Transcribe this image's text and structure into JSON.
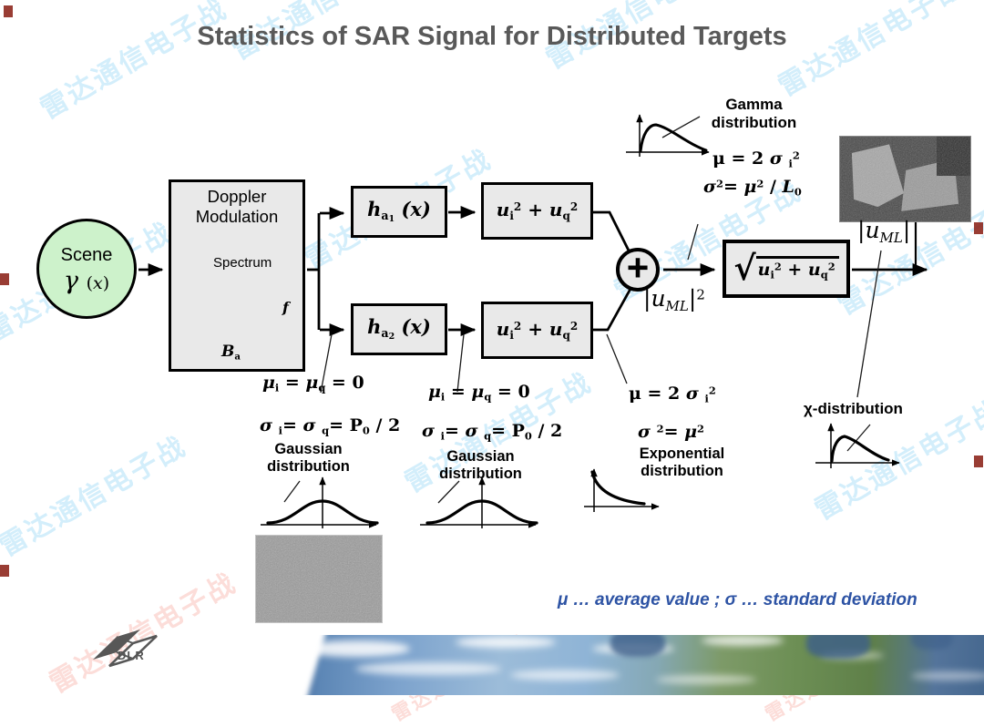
{
  "title": "Statistics of SAR Signal for Distributed Targets",
  "watermark": {
    "text": "雷达通信电子战"
  },
  "legend": "μ … average value ; σ … standard deviation",
  "footer": {
    "logo_text": "DLR"
  },
  "colors": {
    "title_gray": "#595959",
    "legend_blue": "#2d53a4",
    "box_fill": "#e9e9e9",
    "scene_green": "#cdf2cb",
    "watermark_blue": "#7dcdf3",
    "watermark_pink": "#f7aaa0",
    "seal_red": "#8b2218"
  },
  "diagram": {
    "scene": {
      "label": "Scene",
      "eq": [
        {
          "t": "γ ",
          "i": true,
          "sz": 27
        },
        {
          "t": "(",
          "sz": 19
        },
        {
          "t": "x",
          "i": true,
          "sz": 19
        },
        {
          "t": ")",
          "sz": 19
        }
      ]
    },
    "doppler": {
      "title": "Doppler\nModulation",
      "spectrum_label": "Spectrum",
      "f_label": [
        {
          "t": "f",
          "i": true
        }
      ],
      "ba_label": [
        {
          "t": "B",
          "i": true
        },
        {
          "t": "a",
          "sub": true
        }
      ]
    },
    "filter1": [
      {
        "t": "h",
        "i": true
      },
      {
        "t": "a",
        "sub": true
      },
      {
        "t": "1",
        "ss": true
      },
      {
        "t": " (x)",
        "i": true
      }
    ],
    "filter2": [
      {
        "t": "h",
        "i": true
      },
      {
        "t": "a",
        "sub": true
      },
      {
        "t": "2",
        "ss": true
      },
      {
        "t": " (x)",
        "i": true
      }
    ],
    "detector": [
      {
        "t": "u",
        "i": true
      },
      {
        "t": "i",
        "sub": true
      },
      {
        "t": "2",
        "sup": true
      },
      {
        "t": " + "
      },
      {
        "t": "u",
        "i": true
      },
      {
        "t": "q",
        "sub": true
      },
      {
        "t": "2",
        "sup": true
      }
    ],
    "sum_symbol": "+",
    "sqrt": {
      "radical": "√",
      "radicand": [
        {
          "t": "u",
          "i": true
        },
        {
          "t": "i",
          "sub": true
        },
        {
          "t": "2",
          "sup": true
        },
        {
          "t": " + "
        },
        {
          "t": "u",
          "i": true
        },
        {
          "t": "q",
          "sub": true
        },
        {
          "t": "2",
          "sup": true
        }
      ]
    },
    "uml_sq": [
      {
        "t": "|"
      },
      {
        "t": "u",
        "i": true
      },
      {
        "t": "ML",
        "sub": true,
        "i": true
      },
      {
        "t": "|"
      },
      {
        "t": "2",
        "sup": true
      }
    ],
    "uml": [
      {
        "t": "|"
      },
      {
        "t": "u",
        "i": true
      },
      {
        "t": "ML",
        "sub": true,
        "i": true
      },
      {
        "t": "|"
      }
    ],
    "annotations": {
      "gauss1": {
        "mu_eq": [
          {
            "t": "μ",
            "i": true
          },
          {
            "t": "i",
            "sub": true
          },
          {
            "t": " = "
          },
          {
            "t": "μ",
            "i": true
          },
          {
            "t": "q",
            "sub": true
          },
          {
            "t": " = 0"
          }
        ],
        "sigma_eq": [
          {
            "t": "σ ",
            "i": true
          },
          {
            "t": "i",
            "sub": true
          },
          {
            "t": "= "
          },
          {
            "t": "σ ",
            "i": true
          },
          {
            "t": "q",
            "sub": true
          },
          {
            "t": "= P"
          },
          {
            "t": "0",
            "sub": true
          },
          {
            "t": " / 2"
          }
        ],
        "label": "Gaussian\ndistribution"
      },
      "gauss2": {
        "mu_eq": [
          {
            "t": "μ",
            "i": true
          },
          {
            "t": "i",
            "sub": true
          },
          {
            "t": " = "
          },
          {
            "t": "μ",
            "i": true
          },
          {
            "t": "q",
            "sub": true
          },
          {
            "t": " = 0"
          }
        ],
        "sigma_eq": [
          {
            "t": "σ ",
            "i": true
          },
          {
            "t": "i",
            "sub": true
          },
          {
            "t": "= "
          },
          {
            "t": "σ ",
            "i": true
          },
          {
            "t": "q",
            "sub": true
          },
          {
            "t": "= P"
          },
          {
            "t": "0",
            "sub": true
          },
          {
            "t": " / 2"
          }
        ],
        "label": "Gaussian\ndistribution"
      },
      "exponential": {
        "eq1": [
          {
            "t": "μ = 2 "
          },
          {
            "t": "σ ",
            "i": true
          },
          {
            "t": "i",
            "sub": true
          },
          {
            "t": "2",
            "sup": true
          }
        ],
        "eq2": [
          {
            "t": "σ ",
            "i": true
          },
          {
            "t": "2",
            "sup": true
          },
          {
            "t": "= "
          },
          {
            "t": "μ",
            "i": true
          },
          {
            "t": "2",
            "sup": true
          }
        ],
        "label": "Exponential\ndistribution"
      },
      "gamma": {
        "label": "Gamma\ndistribution",
        "eq1": [
          {
            "t": "μ = 2 "
          },
          {
            "t": "σ ",
            "i": true
          },
          {
            "t": "i",
            "sub": true
          },
          {
            "t": "2",
            "sup": true
          }
        ],
        "eq2": [
          {
            "t": "σ",
            "i": true
          },
          {
            "t": "2",
            "sup": true
          },
          {
            "t": "= "
          },
          {
            "t": "μ",
            "i": true
          },
          {
            "t": "2",
            "sup": true
          },
          {
            "t": " / "
          },
          {
            "t": "L",
            "i": true
          },
          {
            "t": "0",
            "sub": true
          }
        ]
      },
      "chi": {
        "label": "χ-distribution"
      }
    }
  }
}
